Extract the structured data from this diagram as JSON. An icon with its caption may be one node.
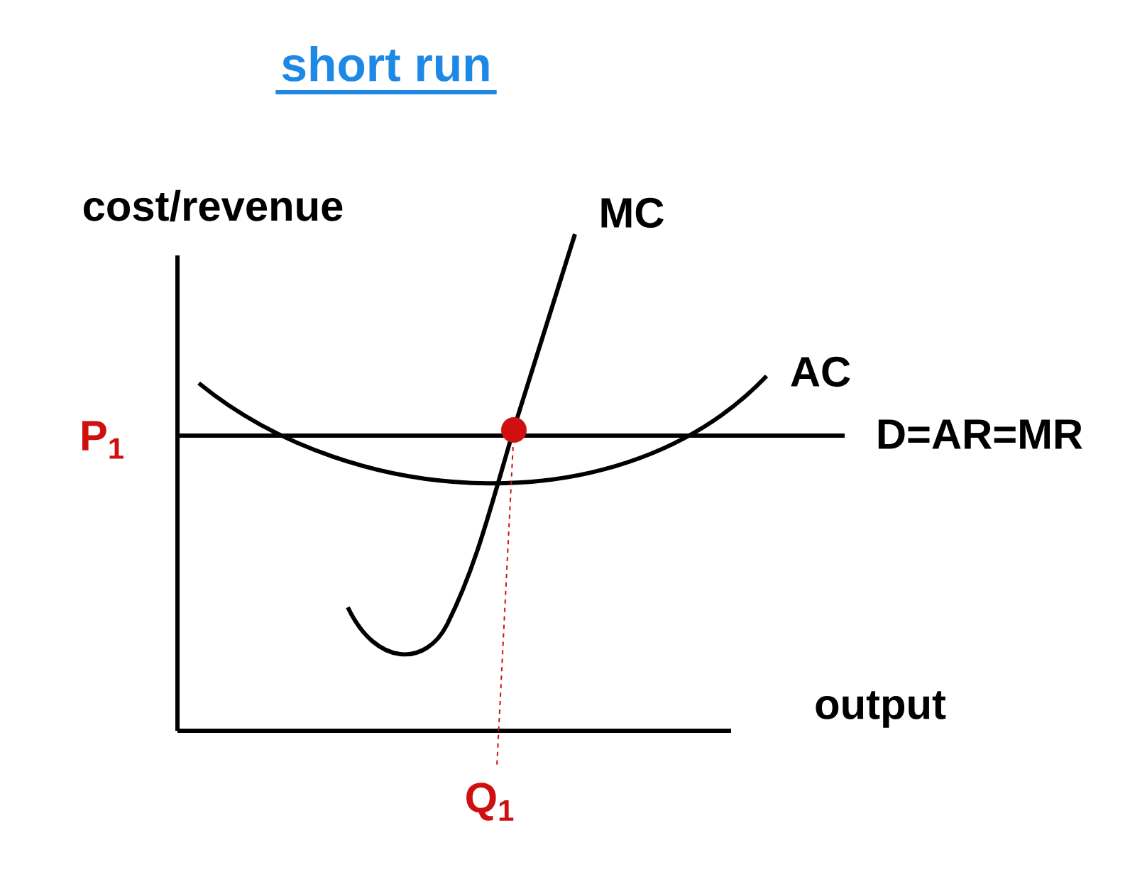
{
  "diagram": {
    "title": "short run",
    "labels": [
      "cost/revenue",
      "MC",
      "AC",
      "P$_{1}$",
      "D=AR=MR",
      "output",
      "Q$_{1}$"
    ]
  }
}
